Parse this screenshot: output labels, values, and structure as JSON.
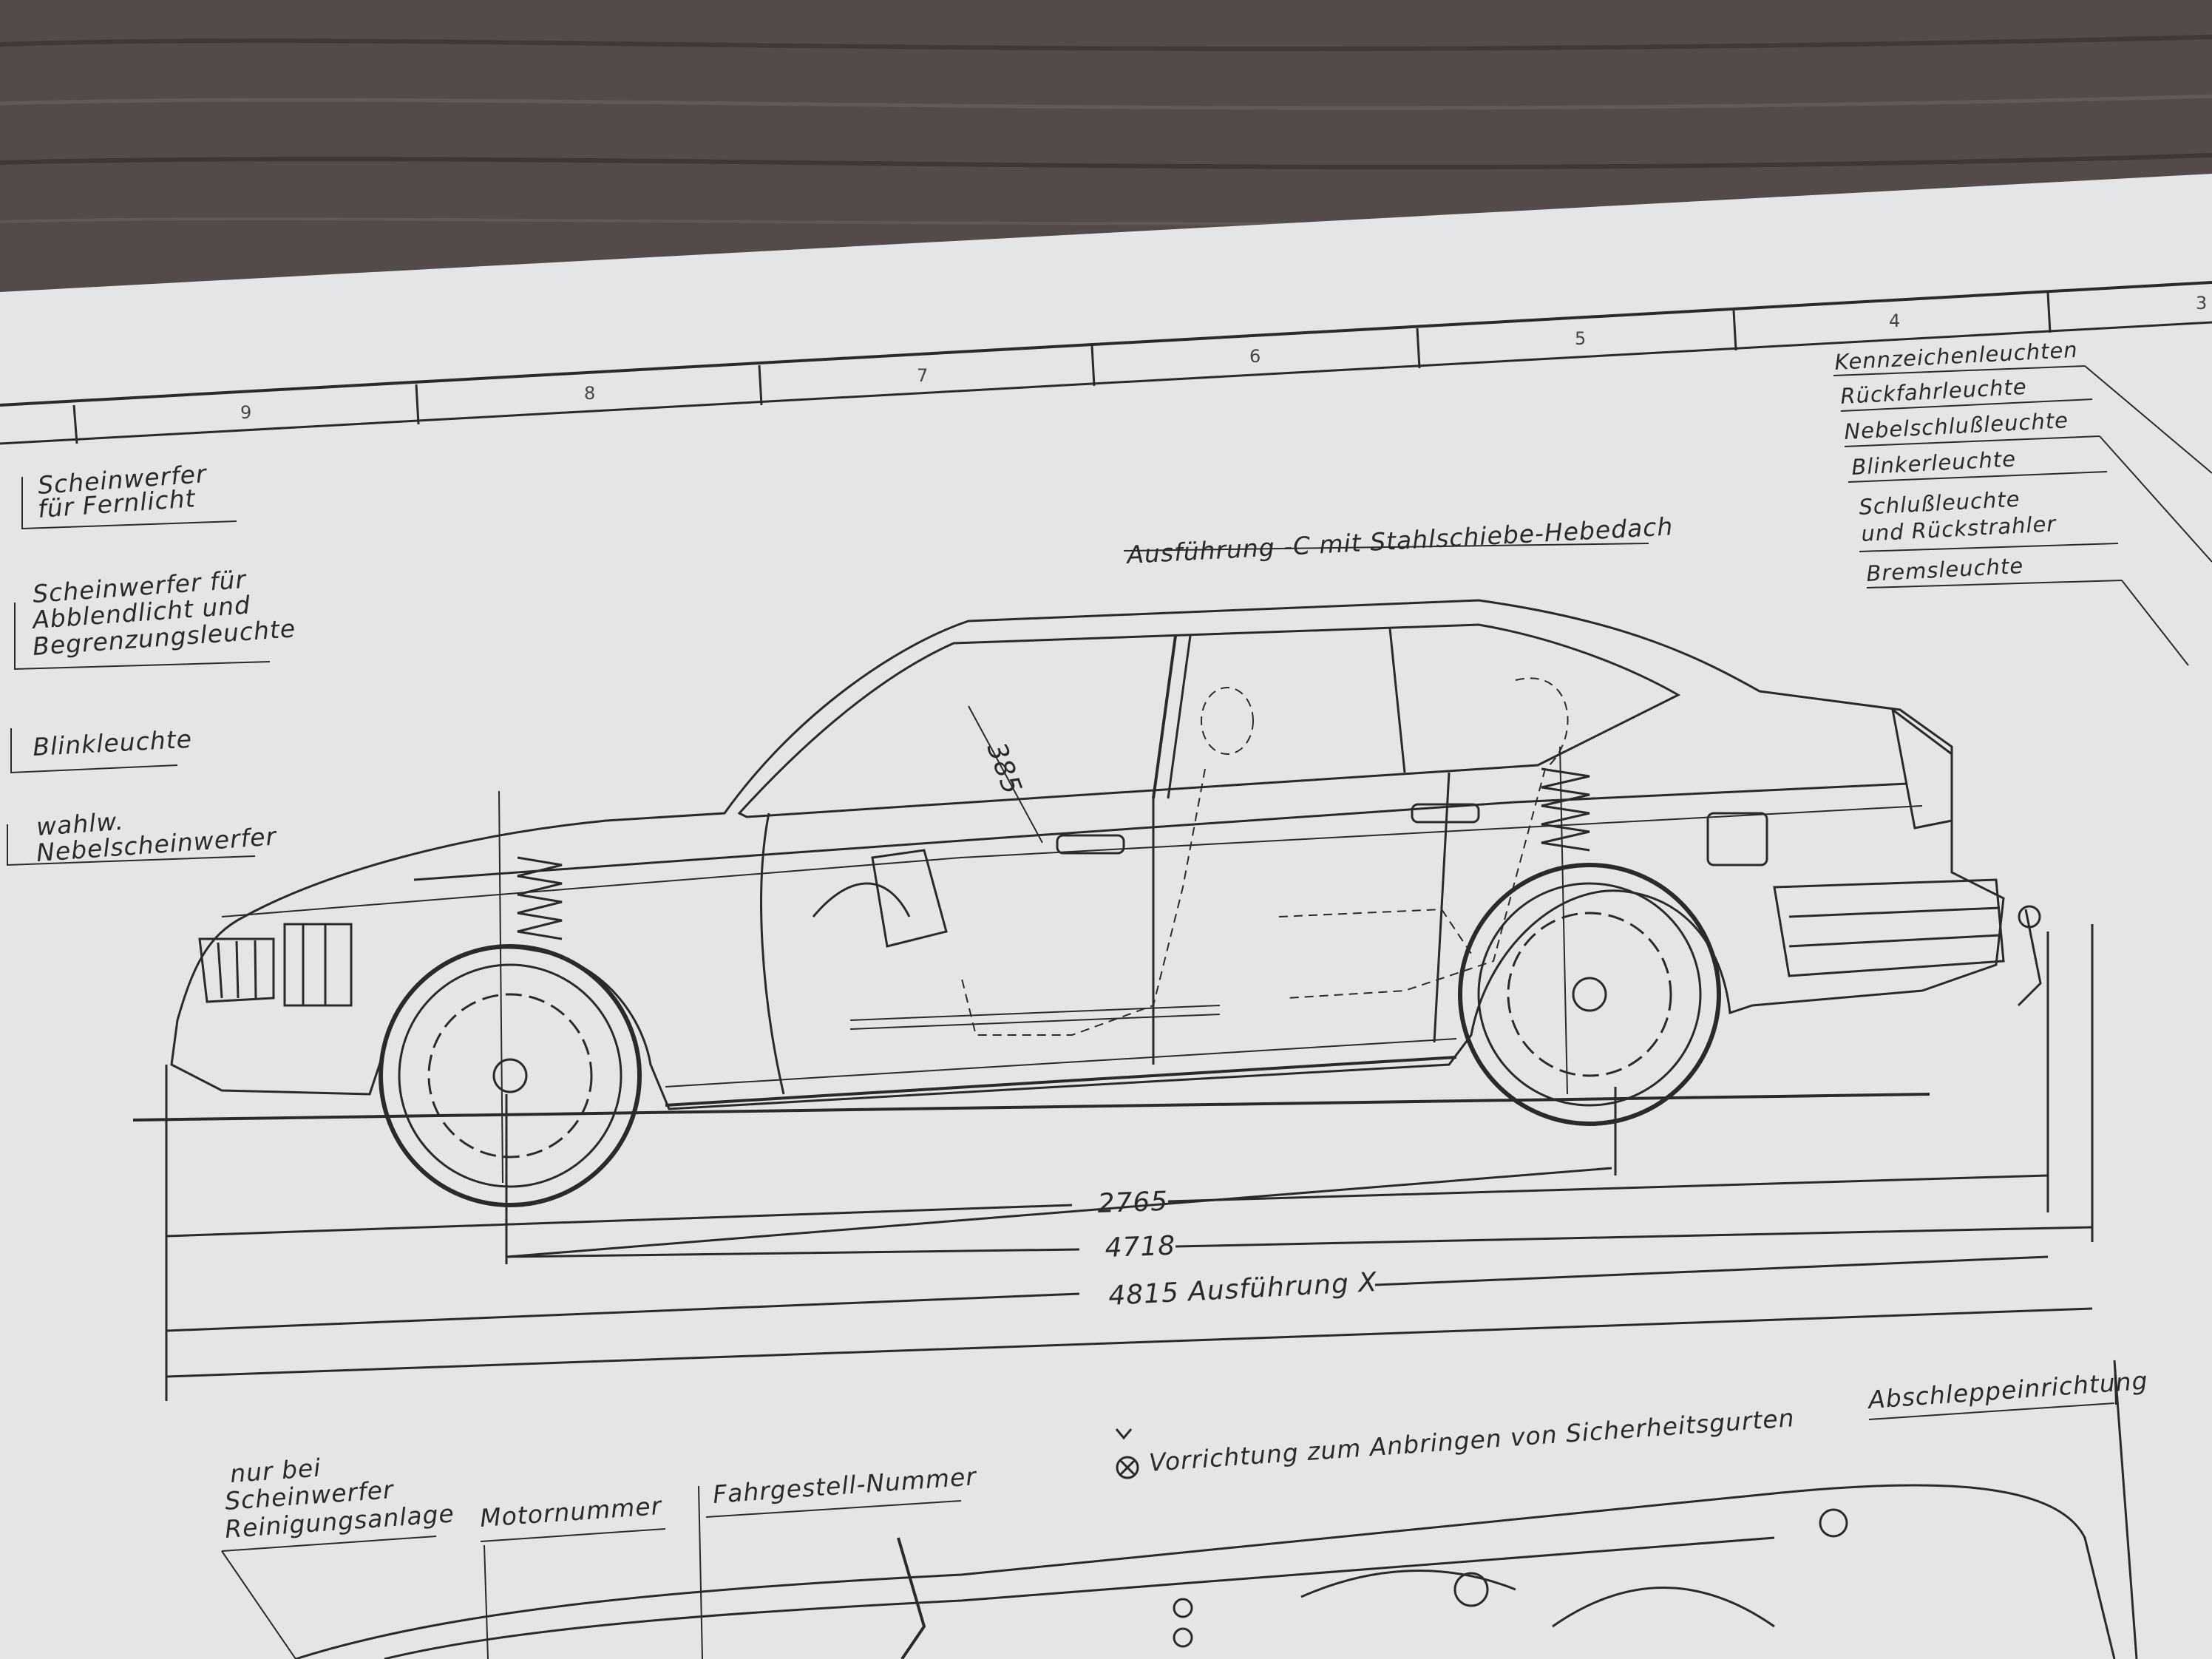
{
  "grid_numbers": [
    "9",
    "8",
    "7",
    "6",
    "5",
    "4",
    "3"
  ],
  "left_labels": {
    "fernlicht": [
      "Scheinwerfer",
      "für Fernlicht"
    ],
    "abblendlicht": [
      "Scheinwerfer für",
      "Abblendlicht und",
      "Begrenzungsleuchte"
    ],
    "blinkleuchte": [
      "Blinkleuchte"
    ],
    "nebelscheinwerfer": [
      "wahlw.",
      "Nebelscheinwerfer"
    ]
  },
  "roof_label": "Ausführung -C mit Stahlschiebe-Hebedach",
  "right_labels": {
    "kennzeichen": "Kennzeichenleuchten",
    "rueckfahr": "Rückfahrleuchte",
    "nebelschluss": "Nebelschlußleuchte",
    "blinker": "Blinkerleuchte",
    "schluss": [
      "Schlußleuchte",
      "und Rückstrahler"
    ],
    "brems": "Bremsleuchte"
  },
  "dimensions": {
    "seat_height": "385",
    "wheelbase": "2765",
    "length": "4718",
    "length_x": "4815 Ausführung X"
  },
  "bottom_labels": {
    "reinigung": [
      "nur bei",
      "Scheinwerfer",
      "Reinigungsanlage"
    ],
    "motornummer": "Motornummer",
    "fahrgestell": "Fahrgestell-Nummer",
    "sicherheitsgurte": "Vorrichtung zum Anbringen von Sicherheitsgurten",
    "abschlepp": "Abschleppeinrichtung"
  },
  "colors": {
    "wood": "#4f4846",
    "paper": "#e5e7e9",
    "ink": "#2a2a2a"
  }
}
